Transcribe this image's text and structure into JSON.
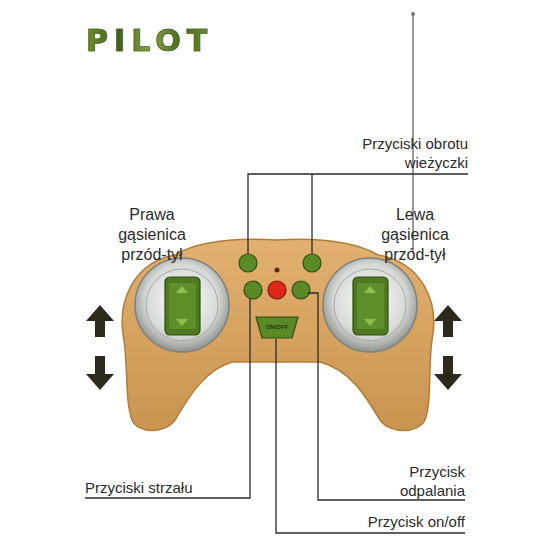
{
  "diagram": {
    "title": "PILOT",
    "labels": [
      "Przyciski obrotu wieżyczki",
      "Prawa gąsienica przód-tył",
      "Lewa gąsienica przód-tył",
      "ON/OFF",
      "Przyciski strzału",
      "Przycisk odpalania",
      "Przycisk on/off"
    ]
  }
}
